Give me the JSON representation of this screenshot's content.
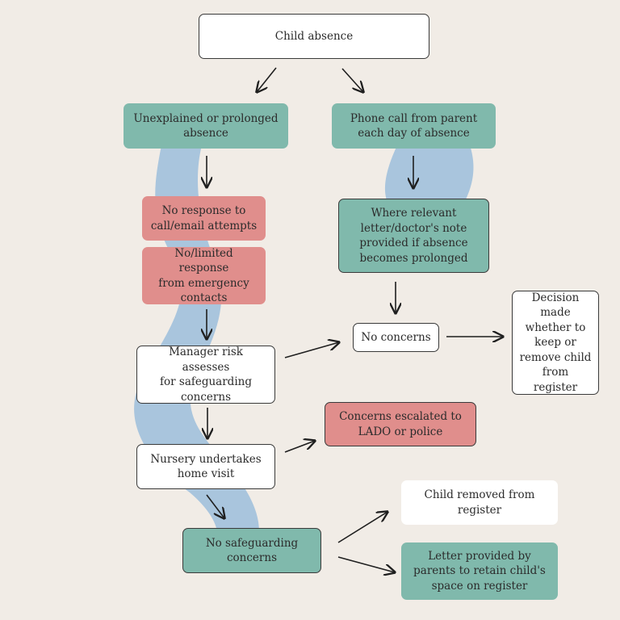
{
  "colors": {
    "background": "#f1ece6",
    "white_box": "#ffffff",
    "teal_box": "#80b9ac",
    "red_box": "#e08e8c",
    "ribbon": "#a9c5dd",
    "arrow": "#1f1f1f"
  },
  "nodes": {
    "child_absence": "Child absence",
    "unexplained": "Unexplained or prolonged\nabsence",
    "phone_call": "Phone call from parent\neach day of absence",
    "no_response": "No response to\ncall/email attempts",
    "no_limited_response": "No/limited response\nfrom emergency\ncontacts",
    "where_relevant": "Where relevant\nletter/doctor's note\nprovided if absence\nbecomes prolonged",
    "no_concerns": "No concerns",
    "decision": "Decision\nmade\nwhether to\nkeep or\nremove child\nfrom register",
    "manager_risk": "Manager risk assesses\nfor safeguarding\nconcerns",
    "escalated": "Concerns escalated to\nLADO or police",
    "home_visit": "Nursery undertakes\nhome visit",
    "child_removed": "Child removed from\nregister",
    "no_safeguarding": "No safeguarding\nconcerns",
    "letter_provided": "Letter provided by\nparents to retain child's\nspace on register"
  },
  "edges": [
    [
      "child_absence",
      "unexplained"
    ],
    [
      "child_absence",
      "phone_call"
    ],
    [
      "unexplained",
      "no_response"
    ],
    [
      "phone_call",
      "where_relevant"
    ],
    [
      "no_limited_response",
      "manager_risk"
    ],
    [
      "where_relevant",
      "no_concerns"
    ],
    [
      "manager_risk",
      "no_concerns"
    ],
    [
      "no_concerns",
      "decision"
    ],
    [
      "manager_risk",
      "home_visit"
    ],
    [
      "home_visit",
      "escalated"
    ],
    [
      "home_visit",
      "no_safeguarding"
    ],
    [
      "no_safeguarding",
      "child_removed"
    ],
    [
      "no_safeguarding",
      "letter_provided"
    ]
  ]
}
